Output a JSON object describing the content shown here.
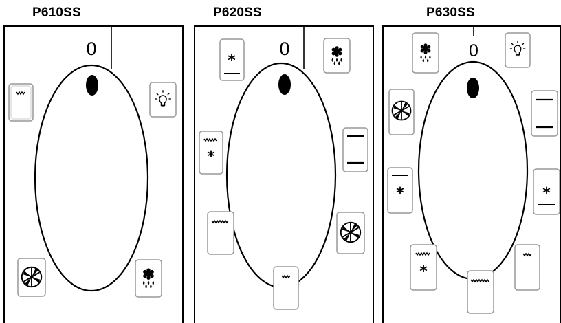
{
  "panels": [
    {
      "model": "P610SS",
      "zero_label": "0",
      "icons": [
        "fan-heater-icon",
        "light-icon",
        "bottom-heat-icon",
        "fan-defrost-icon"
      ]
    },
    {
      "model": "P620SS",
      "zero_label": "0",
      "icons": [
        "fan-icon",
        "defrost-icon",
        "top-bottom-heat-icon",
        "grill-fan-icon",
        "grill-icon",
        "bottom-heat-icon",
        "fan-heater-icon"
      ]
    },
    {
      "model": "P630SS",
      "zero_label": "0",
      "icons": [
        "defrost-icon",
        "light-icon",
        "top-bottom-heat-icon",
        "fan-heater-icon",
        "fan-bottom-heat-icon",
        "fan-icon",
        "grill-fan-icon",
        "full-grill-icon",
        "bottom-heat-icon"
      ]
    }
  ],
  "colors": {
    "line": "#000000",
    "icon_border": "#888888",
    "background": "#ffffff"
  }
}
